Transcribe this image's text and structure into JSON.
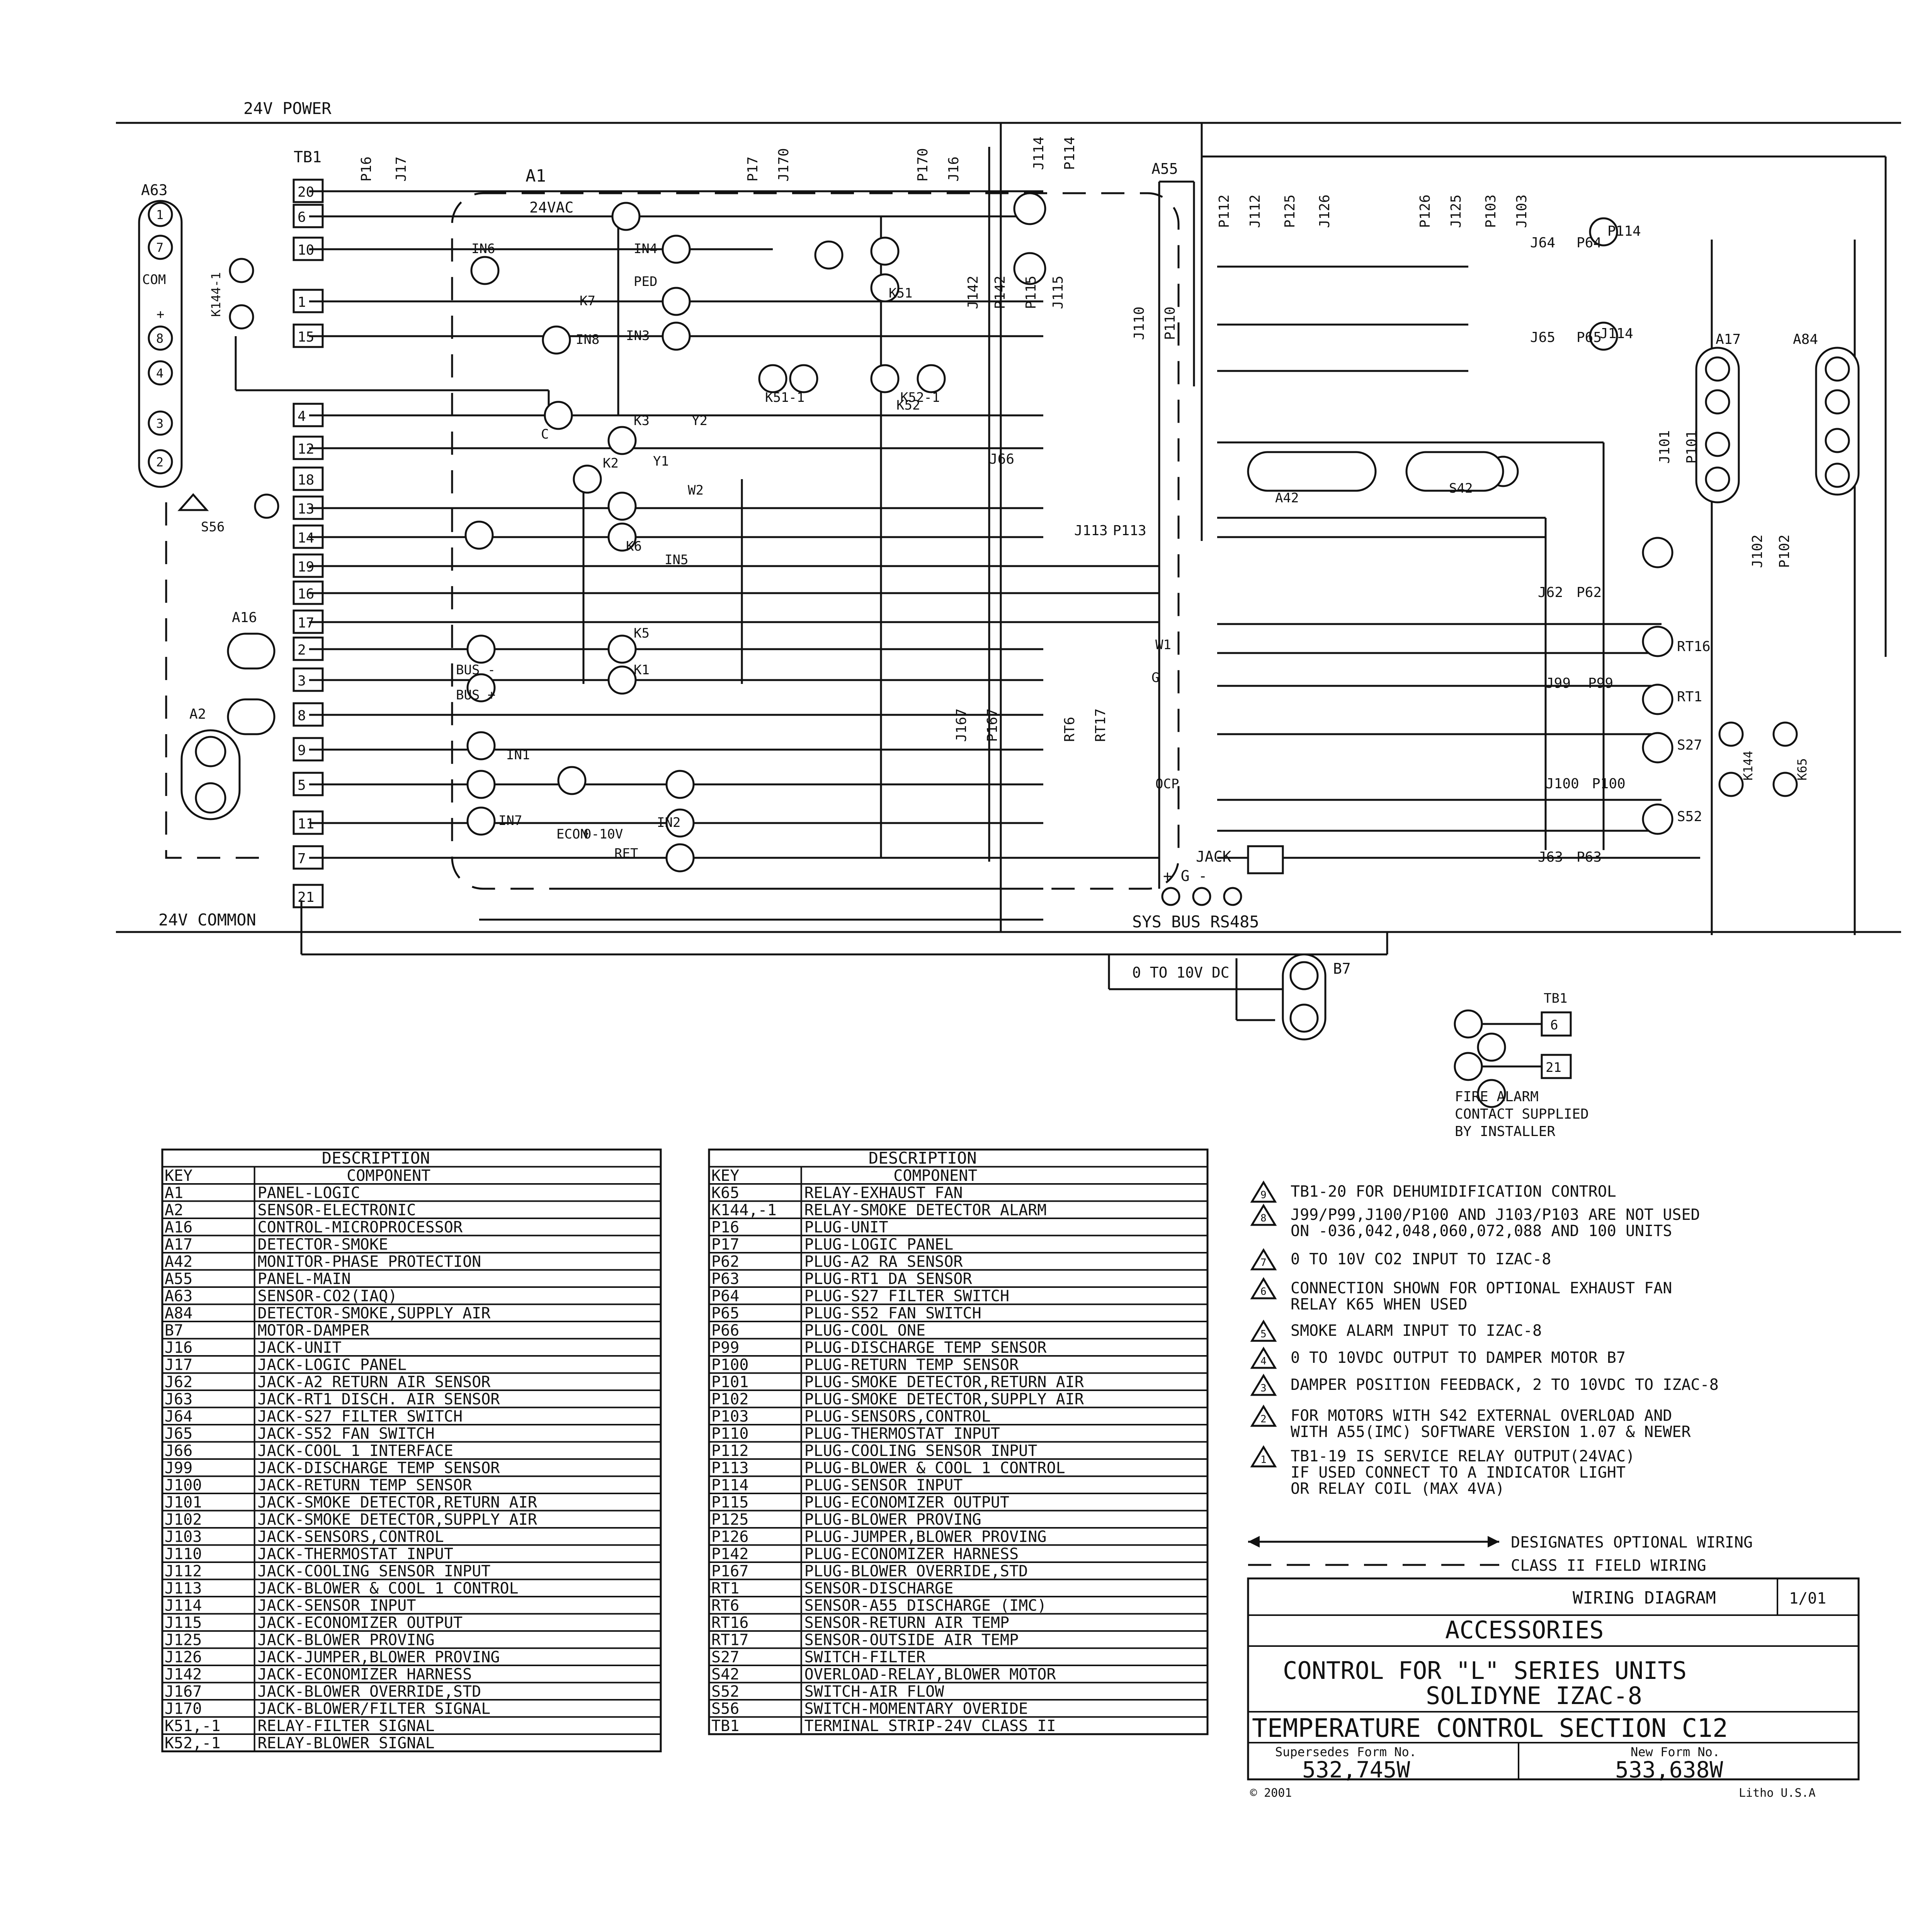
{
  "power": {
    "top": "24V POWER",
    "bottom": "24V COMMON"
  },
  "tb1_label": "TB1",
  "tb1_terminals": [
    "20",
    "6",
    "10",
    "1",
    "15",
    "4",
    "12",
    "18",
    "13",
    "14",
    "19",
    "16",
    "17",
    "2",
    "3",
    "8",
    "9",
    "5",
    "11",
    "7",
    "21"
  ],
  "a63": {
    "label": "A63",
    "com": "COM",
    "plus": "+",
    "pins": [
      "1",
      "7",
      "8",
      "4",
      "3",
      "2"
    ]
  },
  "a1": {
    "label": "A1",
    "supply": "24VAC"
  },
  "a55_label": "A55",
  "a16_label": "A16",
  "a2_label": "A2",
  "a17_label": "A17",
  "a84_label": "A84",
  "a42_label": "A42",
  "s42_label": "S42",
  "s56_label": "S56",
  "k144_label": "K144-1",
  "k65_label": "K65",
  "k144_2_label": "K144",
  "b7_label": "B7",
  "analog_out": "0 TO 10V DC",
  "sysbus": {
    "label": "SYS BUS RS485",
    "jack": "JACK",
    "pins": "+ G -"
  },
  "a1_inputs": [
    "IN4",
    "PED",
    "IN3",
    "IN6",
    "IN8",
    "IN5",
    "IN2",
    "IN1",
    "IN7",
    "BUS -",
    "BUS +",
    "ECON",
    "0-10V",
    "RET",
    "C",
    "K7",
    "K3",
    "K2",
    "K6",
    "K5",
    "K1",
    "K51",
    "K52",
    "K51-1",
    "K52-1",
    "Y2",
    "Y1",
    "W2",
    "W1",
    "G",
    "OCP"
  ],
  "connectors": [
    "P16",
    "J17",
    "P17",
    "J170",
    "P170",
    "J16",
    "J114",
    "P114",
    "J142",
    "P142",
    "P115",
    "J115",
    "J110",
    "P110",
    "P112",
    "J112",
    "P125",
    "J126",
    "P126",
    "J125",
    "P103",
    "J103",
    "J101",
    "P101",
    "J102",
    "P102",
    "J66",
    "J113",
    "P113",
    "J64",
    "P64",
    "J65",
    "P65",
    "J99",
    "P99",
    "J100",
    "P100",
    "J62",
    "P62",
    "J63",
    "P63",
    "J167",
    "P167",
    "RT6",
    "RT17",
    "RT16",
    "RT1",
    "S27",
    "S52",
    "P114",
    "J114"
  ],
  "fire_alarm": {
    "tb": "TB1",
    "terminals": [
      "6",
      "21"
    ],
    "text": [
      "FIRE ALARM",
      "CONTACT SUPPLIED",
      "BY INSTALLER"
    ]
  },
  "table1": {
    "title": "DESCRIPTION",
    "key_header": "KEY",
    "comp_header": "COMPONENT",
    "rows": [
      [
        "A1",
        "PANEL-LOGIC"
      ],
      [
        "A2",
        "SENSOR-ELECTRONIC"
      ],
      [
        "A16",
        "CONTROL-MICROPROCESSOR"
      ],
      [
        "A17",
        "DETECTOR-SMOKE"
      ],
      [
        "A42",
        "MONITOR-PHASE PROTECTION"
      ],
      [
        "A55",
        "PANEL-MAIN"
      ],
      [
        "A63",
        "SENSOR-CO2(IAQ)"
      ],
      [
        "A84",
        "DETECTOR-SMOKE,SUPPLY AIR"
      ],
      [
        "B7",
        "MOTOR-DAMPER"
      ],
      [
        "J16",
        "JACK-UNIT"
      ],
      [
        "J17",
        "JACK-LOGIC PANEL"
      ],
      [
        "J62",
        "JACK-A2 RETURN AIR SENSOR"
      ],
      [
        "J63",
        "JACK-RT1 DISCH. AIR SENSOR"
      ],
      [
        "J64",
        "JACK-S27 FILTER SWITCH"
      ],
      [
        "J65",
        "JACK-S52 FAN SWITCH"
      ],
      [
        "J66",
        "JACK-COOL 1 INTERFACE"
      ],
      [
        "J99",
        "JACK-DISCHARGE TEMP SENSOR"
      ],
      [
        "J100",
        "JACK-RETURN TEMP SENSOR"
      ],
      [
        "J101",
        "JACK-SMOKE DETECTOR,RETURN AIR"
      ],
      [
        "J102",
        "JACK-SMOKE DETECTOR,SUPPLY AIR"
      ],
      [
        "J103",
        "JACK-SENSORS,CONTROL"
      ],
      [
        "J110",
        "JACK-THERMOSTAT INPUT"
      ],
      [
        "J112",
        "JACK-COOLING SENSOR INPUT"
      ],
      [
        "J113",
        "JACK-BLOWER & COOL 1 CONTROL"
      ],
      [
        "J114",
        "JACK-SENSOR INPUT"
      ],
      [
        "J115",
        "JACK-ECONOMIZER OUTPUT"
      ],
      [
        "J125",
        "JACK-BLOWER PROVING"
      ],
      [
        "J126",
        "JACK-JUMPER,BLOWER PROVING"
      ],
      [
        "J142",
        "JACK-ECONOMIZER HARNESS"
      ],
      [
        "J167",
        "JACK-BLOWER OVERRIDE,STD"
      ],
      [
        "J170",
        "JACK-BLOWER/FILTER SIGNAL"
      ],
      [
        "K51,-1",
        "RELAY-FILTER SIGNAL"
      ],
      [
        "K52,-1",
        "RELAY-BLOWER SIGNAL"
      ]
    ]
  },
  "table2": {
    "title": "DESCRIPTION",
    "key_header": "KEY",
    "comp_header": "COMPONENT",
    "rows": [
      [
        "K65",
        "RELAY-EXHAUST FAN"
      ],
      [
        "K144,-1",
        "RELAY-SMOKE DETECTOR ALARM"
      ],
      [
        "P16",
        "PLUG-UNIT"
      ],
      [
        "P17",
        "PLUG-LOGIC PANEL"
      ],
      [
        "P62",
        "PLUG-A2 RA SENSOR"
      ],
      [
        "P63",
        "PLUG-RT1 DA SENSOR"
      ],
      [
        "P64",
        "PLUG-S27 FILTER SWITCH"
      ],
      [
        "P65",
        "PLUG-S52 FAN SWITCH"
      ],
      [
        "P66",
        "PLUG-COOL ONE"
      ],
      [
        "P99",
        "PLUG-DISCHARGE TEMP SENSOR"
      ],
      [
        "P100",
        "PLUG-RETURN TEMP SENSOR"
      ],
      [
        "P101",
        "PLUG-SMOKE DETECTOR,RETURN AIR"
      ],
      [
        "P102",
        "PLUG-SMOKE DETECTOR,SUPPLY AIR"
      ],
      [
        "P103",
        "PLUG-SENSORS,CONTROL"
      ],
      [
        "P110",
        "PLUG-THERMOSTAT INPUT"
      ],
      [
        "P112",
        "PLUG-COOLING SENSOR INPUT"
      ],
      [
        "P113",
        "PLUG-BLOWER & COOL 1 CONTROL"
      ],
      [
        "P114",
        "PLUG-SENSOR INPUT"
      ],
      [
        "P115",
        "PLUG-ECONOMIZER OUTPUT"
      ],
      [
        "P125",
        "PLUG-BLOWER PROVING"
      ],
      [
        "P126",
        "PLUG-JUMPER,BLOWER PROVING"
      ],
      [
        "P142",
        "PLUG-ECONOMIZER HARNESS"
      ],
      [
        "P167",
        "PLUG-BLOWER OVERRIDE,STD"
      ],
      [
        "RT1",
        "SENSOR-DISCHARGE"
      ],
      [
        "RT6",
        "SENSOR-A55 DISCHARGE (IMC)"
      ],
      [
        "RT16",
        "SENSOR-RETURN AIR TEMP"
      ],
      [
        "RT17",
        "SENSOR-OUTSIDE AIR TEMP"
      ],
      [
        "S27",
        "SWITCH-FILTER"
      ],
      [
        "S42",
        "OVERLOAD-RELAY,BLOWER MOTOR"
      ],
      [
        "S52",
        "SWITCH-AIR FLOW"
      ],
      [
        "S56",
        "SWITCH-MOMENTARY OVERIDE"
      ],
      [
        "TB1",
        "TERMINAL STRIP-24V CLASS II"
      ]
    ]
  },
  "notes": [
    {
      "num": "9",
      "text": [
        "TB1-20 FOR DEHUMIDIFICATION CONTROL"
      ]
    },
    {
      "num": "8",
      "text": [
        "J99/P99,J100/P100 AND J103/P103 ARE NOT USED",
        "ON -036,042,048,060,072,088 AND 100 UNITS"
      ]
    },
    {
      "num": "7",
      "text": [
        "0 TO 10V CO2 INPUT TO IZAC-8"
      ]
    },
    {
      "num": "6",
      "text": [
        "CONNECTION SHOWN FOR OPTIONAL EXHAUST FAN",
        "RELAY K65 WHEN USED"
      ]
    },
    {
      "num": "5",
      "text": [
        "SMOKE ALARM INPUT TO IZAC-8"
      ]
    },
    {
      "num": "4",
      "text": [
        "0 TO 10VDC OUTPUT TO DAMPER MOTOR B7"
      ]
    },
    {
      "num": "3",
      "text": [
        "DAMPER POSITION FEEDBACK, 2 TO 10VDC TO IZAC-8"
      ]
    },
    {
      "num": "2",
      "text": [
        "FOR MOTORS WITH S42 EXTERNAL OVERLOAD AND",
        "WITH A55(IMC) SOFTWARE VERSION 1.07 & NEWER"
      ]
    },
    {
      "num": "1",
      "text": [
        "TB1-19 IS SERVICE RELAY OUTPUT(24VAC)",
        "IF USED CONNECT TO A INDICATOR LIGHT",
        "OR RELAY COIL (MAX 4VA)"
      ]
    }
  ],
  "legend": {
    "optional": "DESIGNATES OPTIONAL WIRING",
    "class2": "CLASS II FIELD WIRING"
  },
  "title_block": {
    "kind": "WIRING DIAGRAM",
    "date": "1/01",
    "section": "ACCESSORIES",
    "line1": "CONTROL FOR \"L\" SERIES UNITS",
    "line2": "SOLIDYNE IZAC-8",
    "line3": "TEMPERATURE CONTROL SECTION C12",
    "superseded_label": "Supersedes Form No.",
    "superseded": "532,745W",
    "newform_label": "New Form No.",
    "newform": "533,638W",
    "copyright": "© 2001",
    "litho": "Litho U.S.A"
  }
}
